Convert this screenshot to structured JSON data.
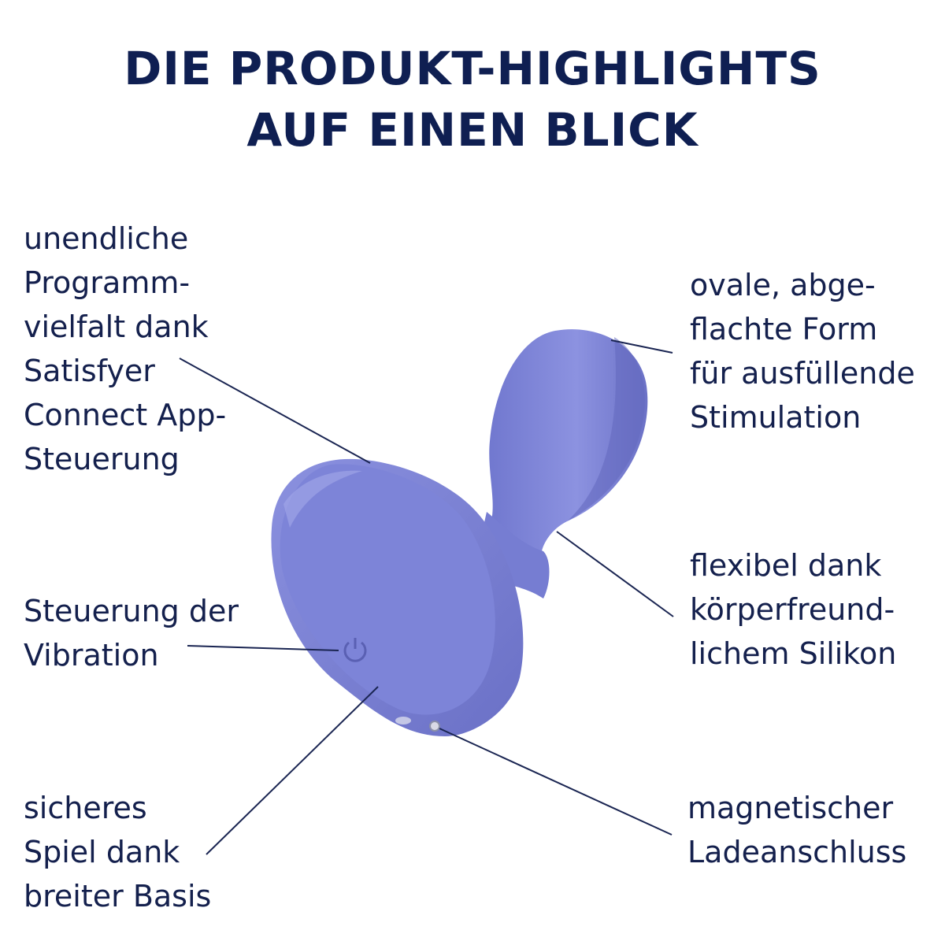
{
  "title": {
    "line1": "DIE PRODUKT-HIGHLIGHTS",
    "line2": "AUF EINEN BLICK"
  },
  "features": {
    "app": {
      "lines": [
        "unendliche",
        "Programm-",
        "vielfalt dank",
        "Satisfyer",
        "Connect App-",
        "Steuerung"
      ]
    },
    "oval": {
      "lines": [
        "ovale, abge-",
        "flachte Form",
        "für ausfüllende",
        "Stimulation"
      ]
    },
    "flex": {
      "lines": [
        "flexibel dank",
        "körperfreund-",
        "lichem Silikon"
      ]
    },
    "vibration": {
      "lines": [
        "Steuerung der",
        "Vibration"
      ]
    },
    "safe": {
      "lines": [
        "sicheres",
        "Spiel dank",
        "breiter Basis"
      ]
    },
    "magnet": {
      "lines": [
        "magnetischer",
        "Ladeanschluss"
      ]
    }
  },
  "icons": {
    "power": "power-icon"
  },
  "colors": {
    "product": "#7b82d6",
    "product_dark": "#6a70c4",
    "text": "#14204d",
    "title": "#0f1f52"
  }
}
